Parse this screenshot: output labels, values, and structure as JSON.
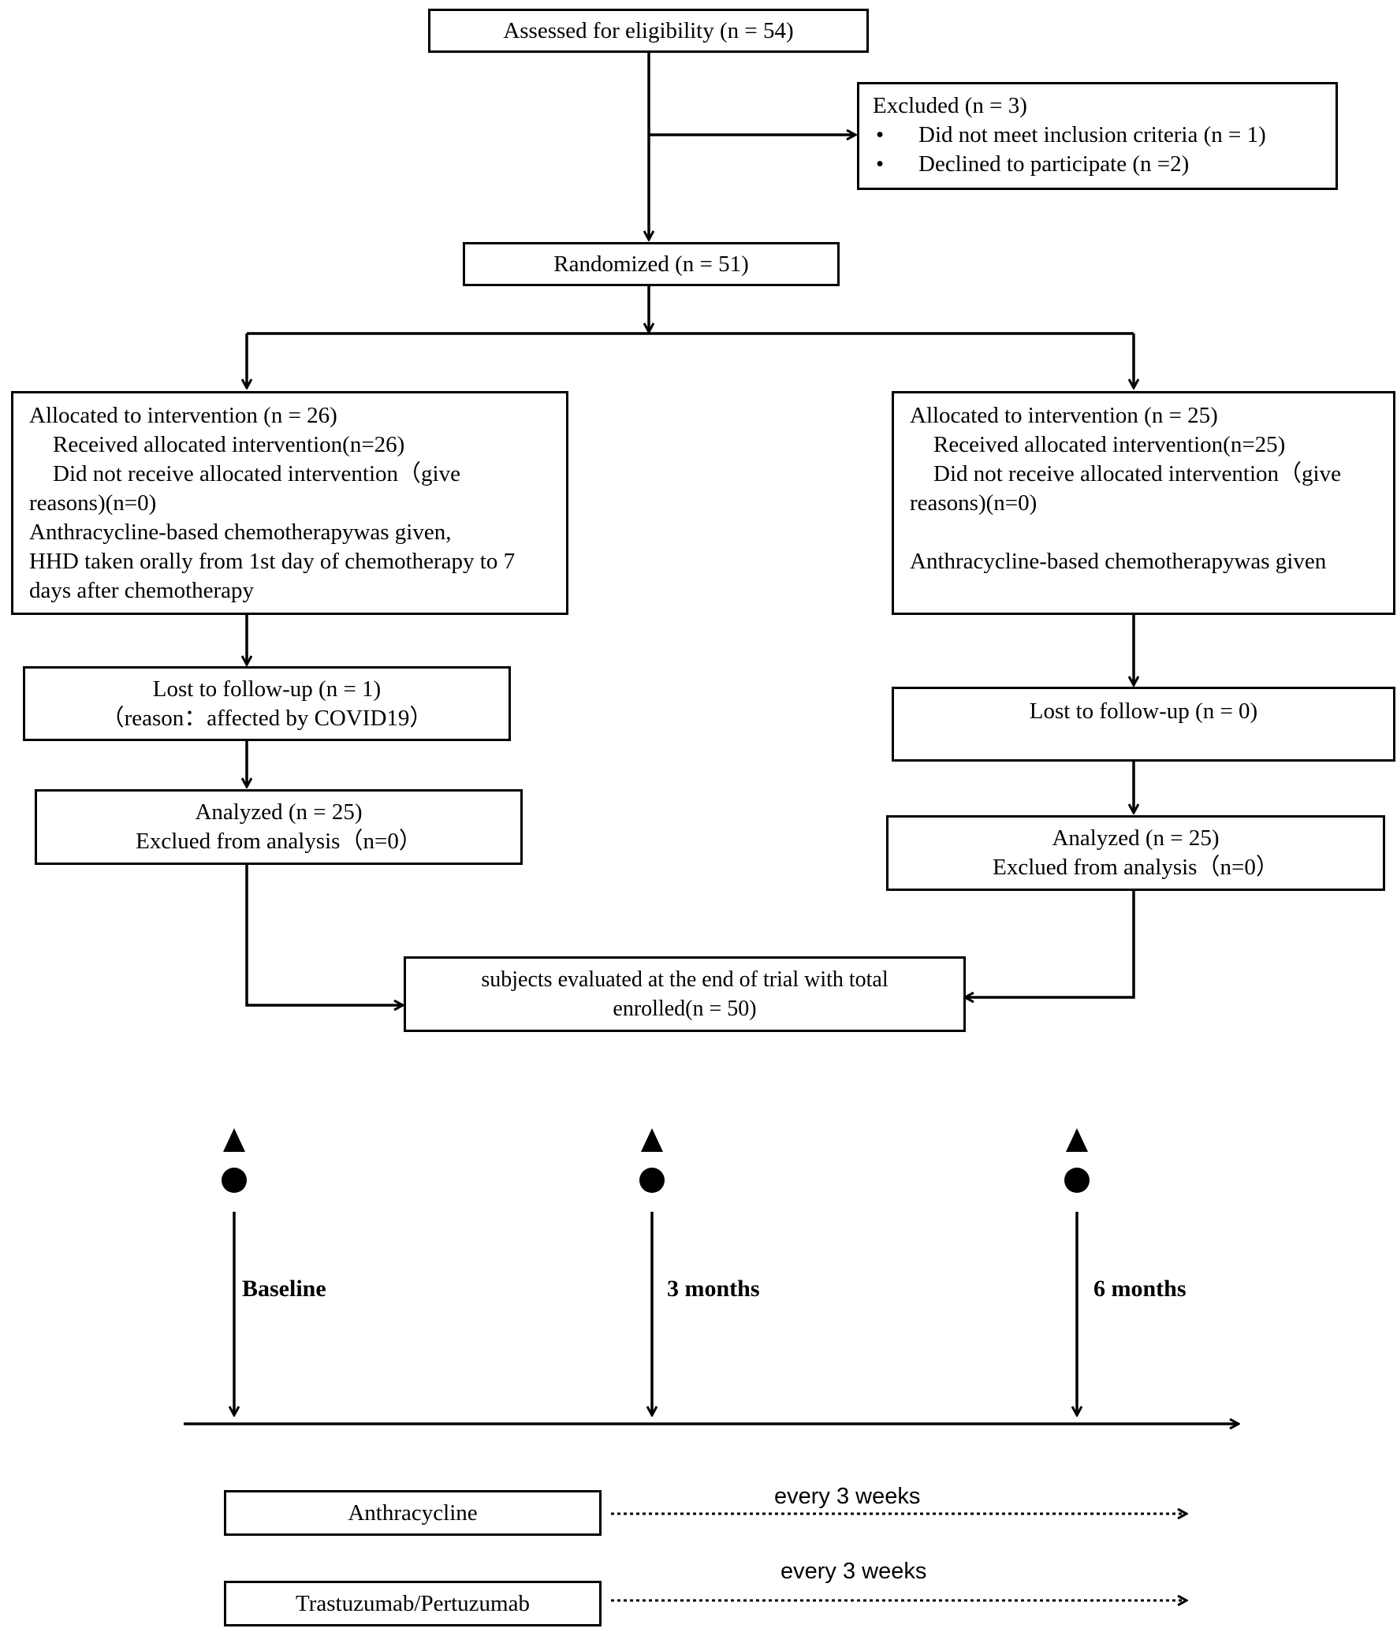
{
  "flow": {
    "assessed": "Assessed for eligibility (n = 54)",
    "excluded": {
      "title": "Excluded (n = 3)",
      "bullet": "•",
      "items": [
        "Did not meet inclusion criteria (n = 1)",
        "Declined to participate (n =2)"
      ]
    },
    "randomized": "Randomized (n = 51)",
    "left_alloc": {
      "l1": "Allocated to intervention (n = 26)",
      "l2": "Received allocated intervention(n=26)",
      "l3": "Did not receive allocated intervention（give",
      "l4": "reasons)(n=0)",
      "l5": "Anthracycline-based chemotherapywas given,",
      "l6": "HHD taken orally from 1st day of chemotherapy to 7",
      "l7": "days after chemotherapy"
    },
    "right_alloc": {
      "l1": "Allocated to intervention (n = 25)",
      "l2": "Received allocated intervention(n=25)",
      "l3": "Did not receive allocated intervention（give",
      "l4": "reasons)(n=0)",
      "l5": "Anthracycline-based chemotherapywas given"
    },
    "left_lost": {
      "l1": "Lost to follow-up (n = 1)",
      "l2": "（reason：affected by COVID19）"
    },
    "right_lost": {
      "l1": "Lost to follow-up (n = 0)"
    },
    "left_analyzed": {
      "l1": "Analyzed (n = 25)",
      "l2": "Exclued from analysis（n=0）"
    },
    "right_analyzed": {
      "l1": "Analyzed (n = 25)",
      "l2": "Exclued from analysis（n=0）"
    },
    "final": {
      "l1": "subjects evaluated at the end of trial with total",
      "l2": "enrolled(n = 50)"
    }
  },
  "timeline": {
    "points": [
      "Baseline",
      "3 months",
      "6 months"
    ],
    "treatments": [
      {
        "name": "Anthracycline",
        "frequency": "every 3 weeks"
      },
      {
        "name": "Trastuzumab/Pertuzumab",
        "frequency": "every 3 weeks"
      }
    ]
  },
  "colors": {
    "stroke": "#000000",
    "background": "#ffffff"
  }
}
